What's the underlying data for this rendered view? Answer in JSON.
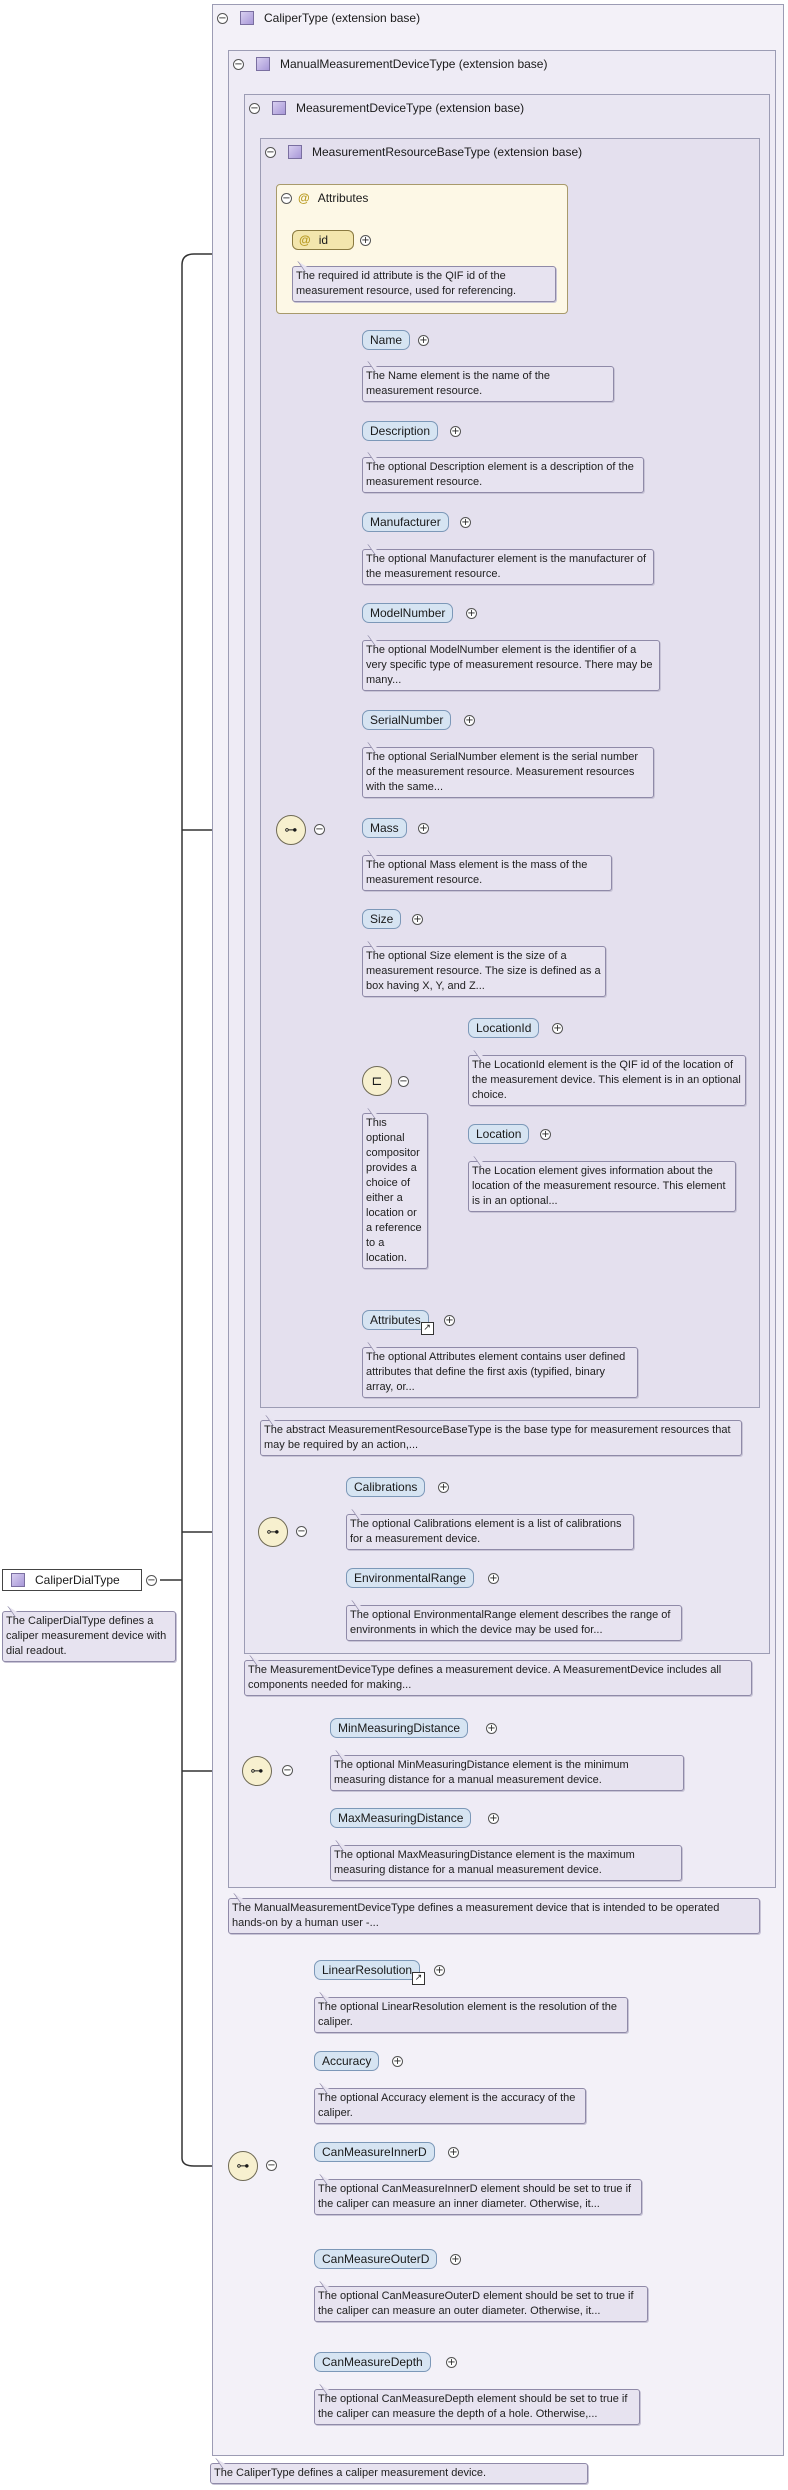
{
  "root": {
    "name": "CaliperDialType",
    "annotation": "The CaliperDialType defines a caliper measurement device with dial readout."
  },
  "caliper": {
    "title": "CaliperType (extension base)",
    "annotation": "The CaliperType defines a caliper measurement device.",
    "elements": [
      {
        "name": "LinearResolution",
        "note": "The optional LinearResolution element is the resolution of the caliper."
      },
      {
        "name": "Accuracy",
        "note": "The optional Accuracy element is the accuracy of the caliper."
      },
      {
        "name": "CanMeasureInnerD",
        "note": "The optional CanMeasureInnerD element should be set to true if the caliper can measure an inner diameter. Otherwise, it..."
      },
      {
        "name": "CanMeasureOuterD",
        "note": "The optional CanMeasureOuterD element should be set to true if the caliper can measure an outer diameter. Otherwise, it..."
      },
      {
        "name": "CanMeasureDepth",
        "note": "The optional CanMeasureDepth element should be set to true if the caliper can measure the depth of a hole. Otherwise,..."
      }
    ]
  },
  "manual": {
    "title": "ManualMeasurementDeviceType (extension base)",
    "annotation": "The ManualMeasurementDeviceType defines a measurement device that is intended to be operated hands-on by a human user -...",
    "elements": [
      {
        "name": "MinMeasuringDistance",
        "note": "The optional MinMeasuringDistance element is the minimum measuring distance for a manual measurement device."
      },
      {
        "name": "MaxMeasuringDistance",
        "note": "The optional MaxMeasuringDistance element is the maximum measuring distance for a manual measurement device."
      }
    ]
  },
  "device": {
    "title": "MeasurementDeviceType (extension base)",
    "annotation": "The MeasurementDeviceType defines a measurement device. A MeasurementDevice includes all components needed for making...",
    "elements": [
      {
        "name": "Calibrations",
        "note": "The optional Calibrations element is a list of calibrations for a measurement device."
      },
      {
        "name": "EnvironmentalRange",
        "note": "The optional EnvironmentalRange element describes the range of environments in which the device may be used for..."
      }
    ]
  },
  "resource": {
    "title": "MeasurementResourceBaseType (extension base)",
    "annotation": "The abstract MeasurementResourceBaseType is the base type for measurement resources that may be required by an action,...",
    "attributes_label": "Attributes",
    "attribute": {
      "name": "id",
      "note": "The required id attribute is the QIF id of the measurement resource, used for referencing."
    },
    "elements": [
      {
        "name": "Name",
        "note": "The Name element is the name of the measurement resource."
      },
      {
        "name": "Description",
        "note": "The optional Description element is a description of the measurement resource."
      },
      {
        "name": "Manufacturer",
        "note": "The optional Manufacturer element is the manufacturer of the measurement resource."
      },
      {
        "name": "ModelNumber",
        "note": "The optional ModelNumber element is the identifier of a very specific type of measurement resource. There may be many..."
      },
      {
        "name": "SerialNumber",
        "note": "The optional SerialNumber element is the serial number of the measurement resource. Measurement resources with the same..."
      },
      {
        "name": "Mass",
        "note": "The optional Mass element is the mass of the measurement resource."
      },
      {
        "name": "Size",
        "note": "The optional Size element is the size of a measurement resource. The size is defined as a box having X, Y, and Z..."
      },
      {
        "name": "Attributes",
        "note": "The optional Attributes element contains user defined attributes that define the first axis (typified, binary array, or..."
      }
    ],
    "choice": {
      "note": "This optional compositor provides a choice of either a location or a reference to a location.",
      "elements": [
        {
          "name": "LocationId",
          "note": "The LocationId element is the QIF id of the location of the measurement device. This element is in an optional choice."
        },
        {
          "name": "Location",
          "note": "The Location element gives information about the location of the measurement resource. This element is in an optional..."
        }
      ]
    }
  }
}
